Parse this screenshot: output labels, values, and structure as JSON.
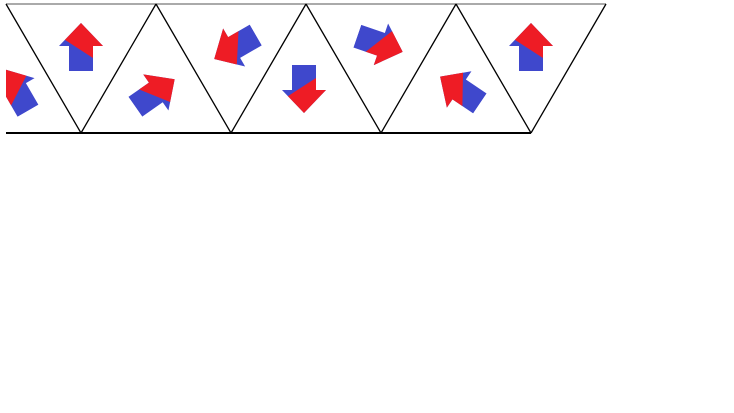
{
  "colors": {
    "red": "#ee1c25",
    "blue": "#3f48cc",
    "line": "#000000",
    "top_line": "#777777"
  },
  "tiles": [
    {
      "pointing": "down",
      "arrow": {
        "direction_deg": -30,
        "mirrored": true,
        "partial": true
      }
    },
    {
      "pointing": "down",
      "arrow": {
        "direction_deg": 0,
        "mirrored": false
      }
    },
    {
      "pointing": "up",
      "arrow": {
        "direction_deg": 55,
        "mirrored": true
      }
    },
    {
      "pointing": "down",
      "arrow": {
        "direction_deg": -120,
        "mirrored": false
      }
    },
    {
      "pointing": "up",
      "arrow": {
        "direction_deg": 180,
        "mirrored": true
      }
    },
    {
      "pointing": "down",
      "arrow": {
        "direction_deg": 109,
        "mirrored": false
      }
    },
    {
      "pointing": "up",
      "arrow": {
        "direction_deg": -56,
        "mirrored": true
      }
    },
    {
      "pointing": "down",
      "arrow": {
        "direction_deg": 0,
        "mirrored": false
      }
    }
  ]
}
